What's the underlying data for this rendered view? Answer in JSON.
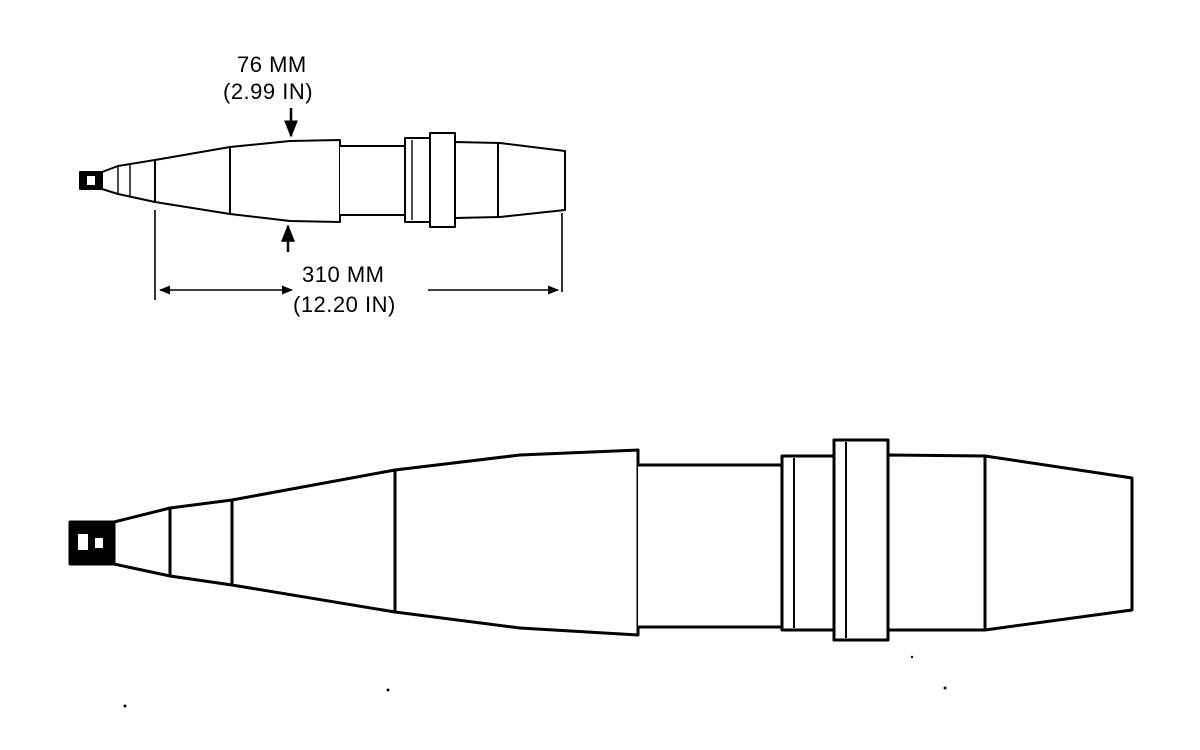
{
  "diameter": {
    "metric": "76 MM",
    "imperial": "(2.99 IN)"
  },
  "length": {
    "metric": "310 MM",
    "imperial": "(12.20 IN)"
  }
}
